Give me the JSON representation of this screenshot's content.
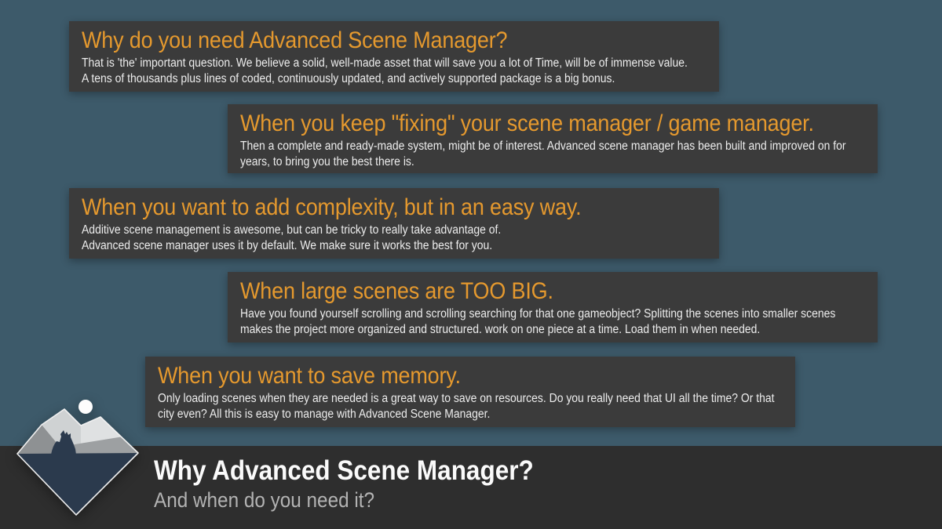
{
  "theme": {
    "background": "#3d5a6a",
    "card_background": "#3b3b3b",
    "footer_background": "#2e2e2e",
    "accent": "#e5992e",
    "body_text": "#ededed",
    "title_text": "#fafafa",
    "subtitle_text": "#b3b3b3",
    "logo_navy": "#2b3a4d",
    "logo_light_peak": "#cfd2d3",
    "logo_lighter_peak": "#dfe1e2",
    "logo_gray_peak": "#8e9193",
    "logo_ridge": "#9da0a2",
    "logo_outline": "#f0f0f0",
    "logo_moon": "#fdfdfd"
  },
  "cards": [
    {
      "heading": "Why do you need Advanced Scene Manager?",
      "body": [
        "That is 'the' important question. We believe a solid, well-made asset that will save you a lot of Time, will be of immense value.",
        "A tens of thousands plus lines of coded, continuously updated, and actively supported package is a big bonus."
      ]
    },
    {
      "heading": "When you keep \"fixing\" your scene manager / game manager.",
      "body": [
        "Then a complete and ready-made system, might be of interest. Advanced scene manager has been built and improved on for years, to bring you the best there is."
      ]
    },
    {
      "heading": "When you want to add complexity, but in an easy way.",
      "body": [
        "Additive scene management is awesome, but can be tricky to really take advantage of.",
        "Advanced scene manager uses it by default. We make sure it works the best for you."
      ]
    },
    {
      "heading": "When large scenes are TOO BIG.",
      "body": [
        "Have you found yourself scrolling and scrolling searching for that one gameobject? Splitting the scenes into smaller scenes makes the project more organized and structured. work on one piece at a time. Load them in when needed."
      ]
    },
    {
      "heading": "When you want to save memory.",
      "body": [
        "Only loading scenes when they are needed is a great way to save on resources. Do you really need that UI all the time? Or that city even? All this is easy to manage with Advanced Scene Manager."
      ]
    }
  ],
  "footer": {
    "title": "Why Advanced Scene Manager?",
    "subtitle": "And when do you need it?"
  }
}
